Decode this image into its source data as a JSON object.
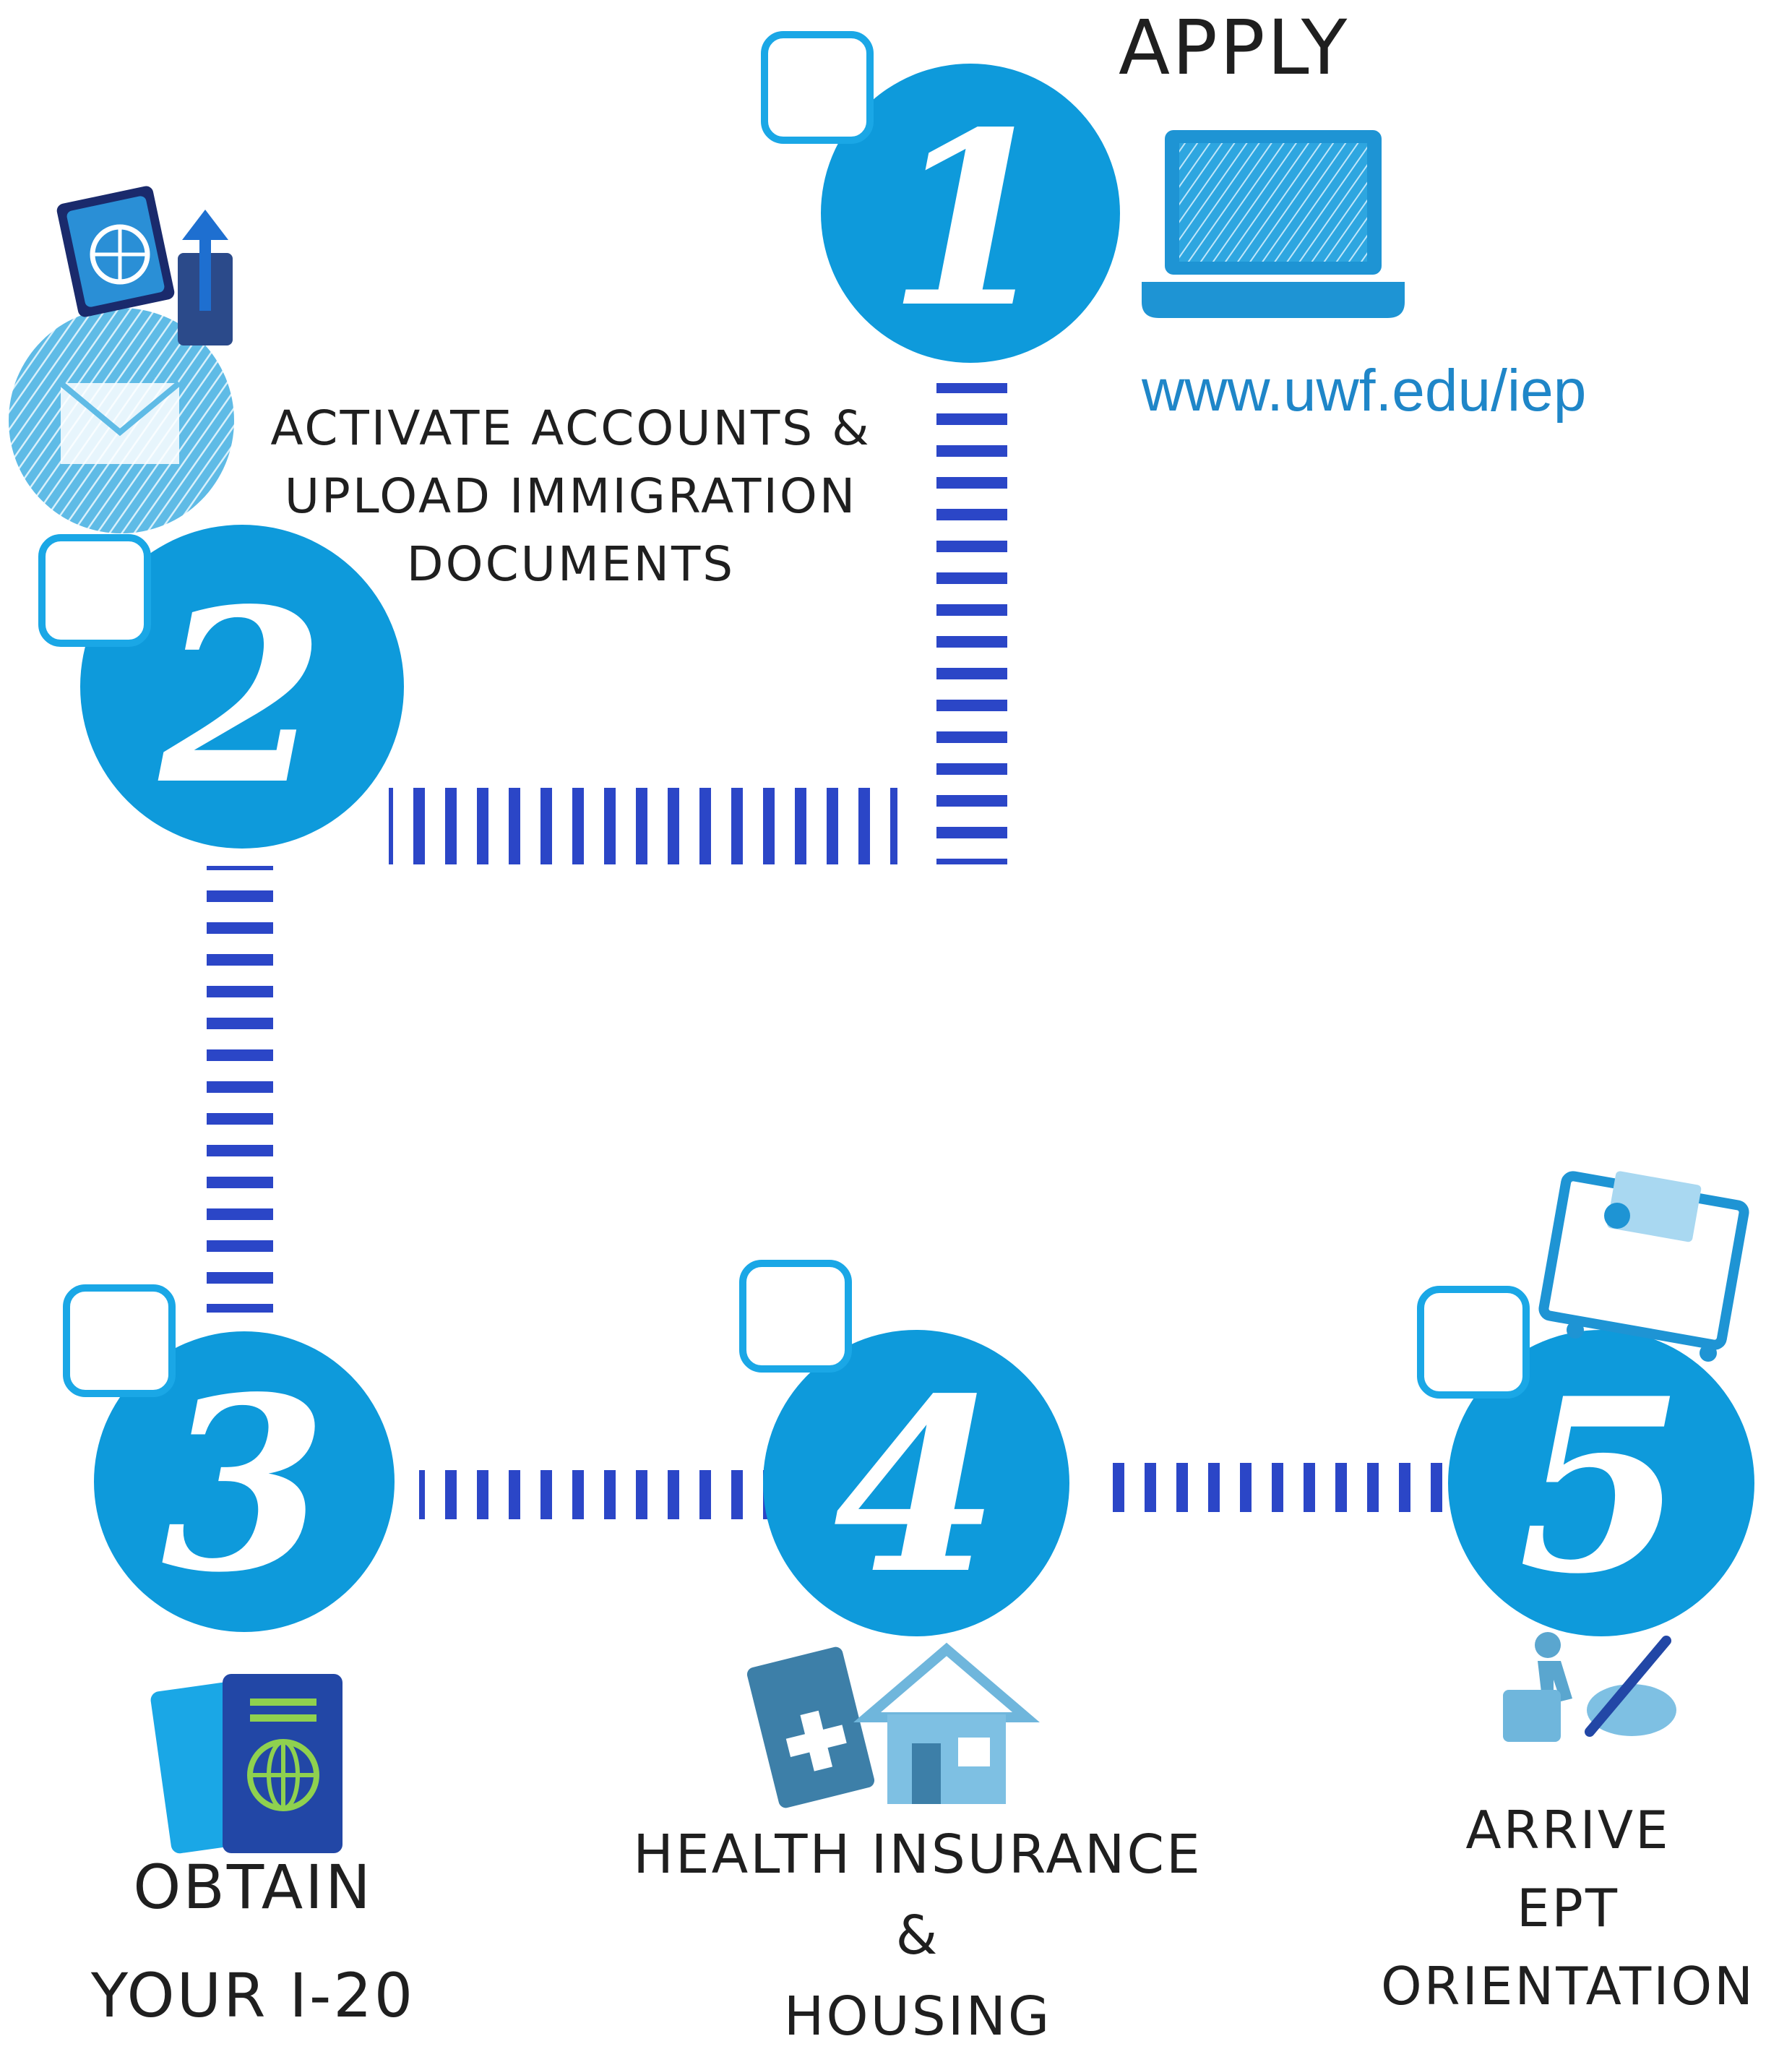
{
  "steps": [
    {
      "number": "1",
      "title": "APPLY",
      "link": "www.uwf.edu/iep",
      "icon": "laptop-icon"
    },
    {
      "number": "2",
      "title_lines": [
        "ACTIVATE ACCOUNTS &",
        "UPLOAD IMMIGRATION",
        "DOCUMENTS"
      ],
      "icons": [
        "passport-upload-icon",
        "email-icon"
      ]
    },
    {
      "number": "3",
      "title_lines": [
        "OBTAIN",
        "YOUR I-20"
      ],
      "icon": "passport-icon"
    },
    {
      "number": "4",
      "title_lines": [
        "HEALTH INSURANCE",
        "&",
        "HOUSING"
      ],
      "icons": [
        "medical-card-icon",
        "house-icon"
      ]
    },
    {
      "number": "5",
      "title_lines": [
        "ARRIVE",
        "EPT",
        "ORIENTATION"
      ],
      "icons": [
        "suitcase-icon",
        "traveler-icon",
        "pen-icon"
      ]
    }
  ],
  "colors": {
    "circle": "#0e9adb",
    "connector": "#2b46c7",
    "checkbox_border": "#1aa7e6",
    "link": "#1f86c8",
    "text": "#1f1f1f"
  }
}
